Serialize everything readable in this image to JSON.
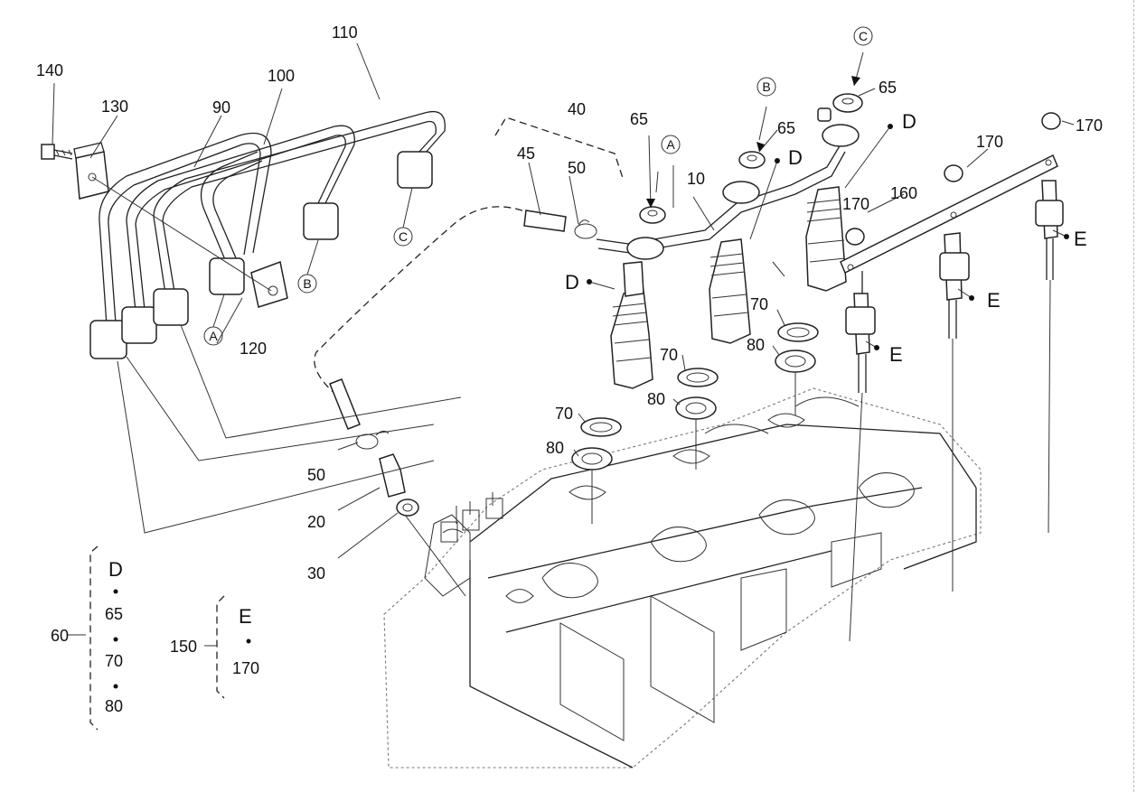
{
  "callouts": {
    "c10": "10",
    "c20": "20",
    "c30": "30",
    "c40": "40",
    "c45": "45",
    "c50a": "50",
    "c50b": "50",
    "c65a": "65",
    "c65b": "65",
    "c65c": "65",
    "c70a": "70",
    "c70b": "70",
    "c70c": "70",
    "c80a": "80",
    "c80b": "80",
    "c80c": "80",
    "c90": "90",
    "c100": "100",
    "c110": "110",
    "c120": "120",
    "c130": "130",
    "c140": "140",
    "c160": "160",
    "c170a": "170",
    "c170b": "170",
    "c170c": "170"
  },
  "refs": {
    "D1": "D",
    "D2": "D",
    "D3": "D",
    "E1": "E",
    "E2": "E",
    "E3": "E",
    "A1": "A",
    "A2": "A",
    "B1": "B",
    "B2": "B",
    "C1": "C",
    "C2": "C"
  },
  "legend": {
    "kit60": {
      "id": "60",
      "title": "D",
      "items": [
        "65",
        "70",
        "80"
      ]
    },
    "kit150": {
      "id": "150",
      "title": "E",
      "items": [
        "170"
      ]
    }
  }
}
